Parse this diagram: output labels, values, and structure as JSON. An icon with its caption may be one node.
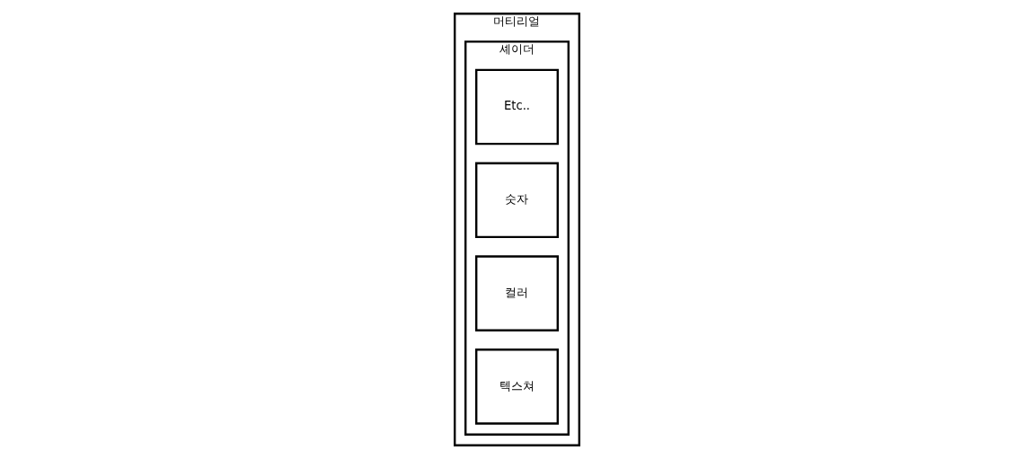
{
  "diagram": {
    "nodes": [
      {
        "text": [
          "머티리얼"
        ]
      },
      {
        "text": [
          "셰이더"
        ],
        "in": 0
      },
      {
        "text": [
          "텍스쳐"
        ],
        "in": 1
      },
      {
        "text": [
          "컬러"
        ],
        "in": 1
      },
      {
        "text": [
          "숫자"
        ],
        "in": 1
      },
      {
        "text": [
          "Etc.."
        ],
        "in": 1
      }
    ]
  }
}
